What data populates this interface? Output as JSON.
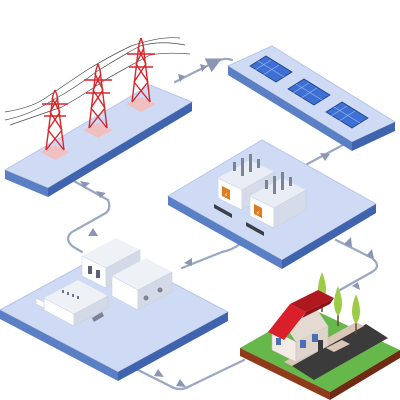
{
  "diagram": {
    "nodes": [
      {
        "id": "power-lines",
        "icon": "transmission-tower-icon"
      },
      {
        "id": "solar-panels",
        "icon": "solar-panel-icon"
      },
      {
        "id": "power-station",
        "icon": "transformer-icon"
      },
      {
        "id": "factory",
        "icon": "factory-icon"
      },
      {
        "id": "house",
        "icon": "house-icon"
      }
    ],
    "edges": [
      {
        "from": "power-lines",
        "to": "solar-panels"
      },
      {
        "from": "solar-panels",
        "to": "power-station"
      },
      {
        "from": "power-lines",
        "to": "factory"
      },
      {
        "from": "power-station",
        "to": "factory"
      },
      {
        "from": "power-station",
        "to": "house"
      },
      {
        "from": "factory",
        "to": "house"
      }
    ]
  },
  "colors": {
    "platform_top": "#cfdbf4",
    "platform_left": "#5b7fc4",
    "platform_right": "#3f63ad",
    "connector": "#8a96b4",
    "tower": "#d8262c",
    "solar": "#3d6fd4",
    "roof": "#d9202a",
    "grass": "#66b84a",
    "soil": "#8e3b1c",
    "road": "#3b3b3b"
  }
}
